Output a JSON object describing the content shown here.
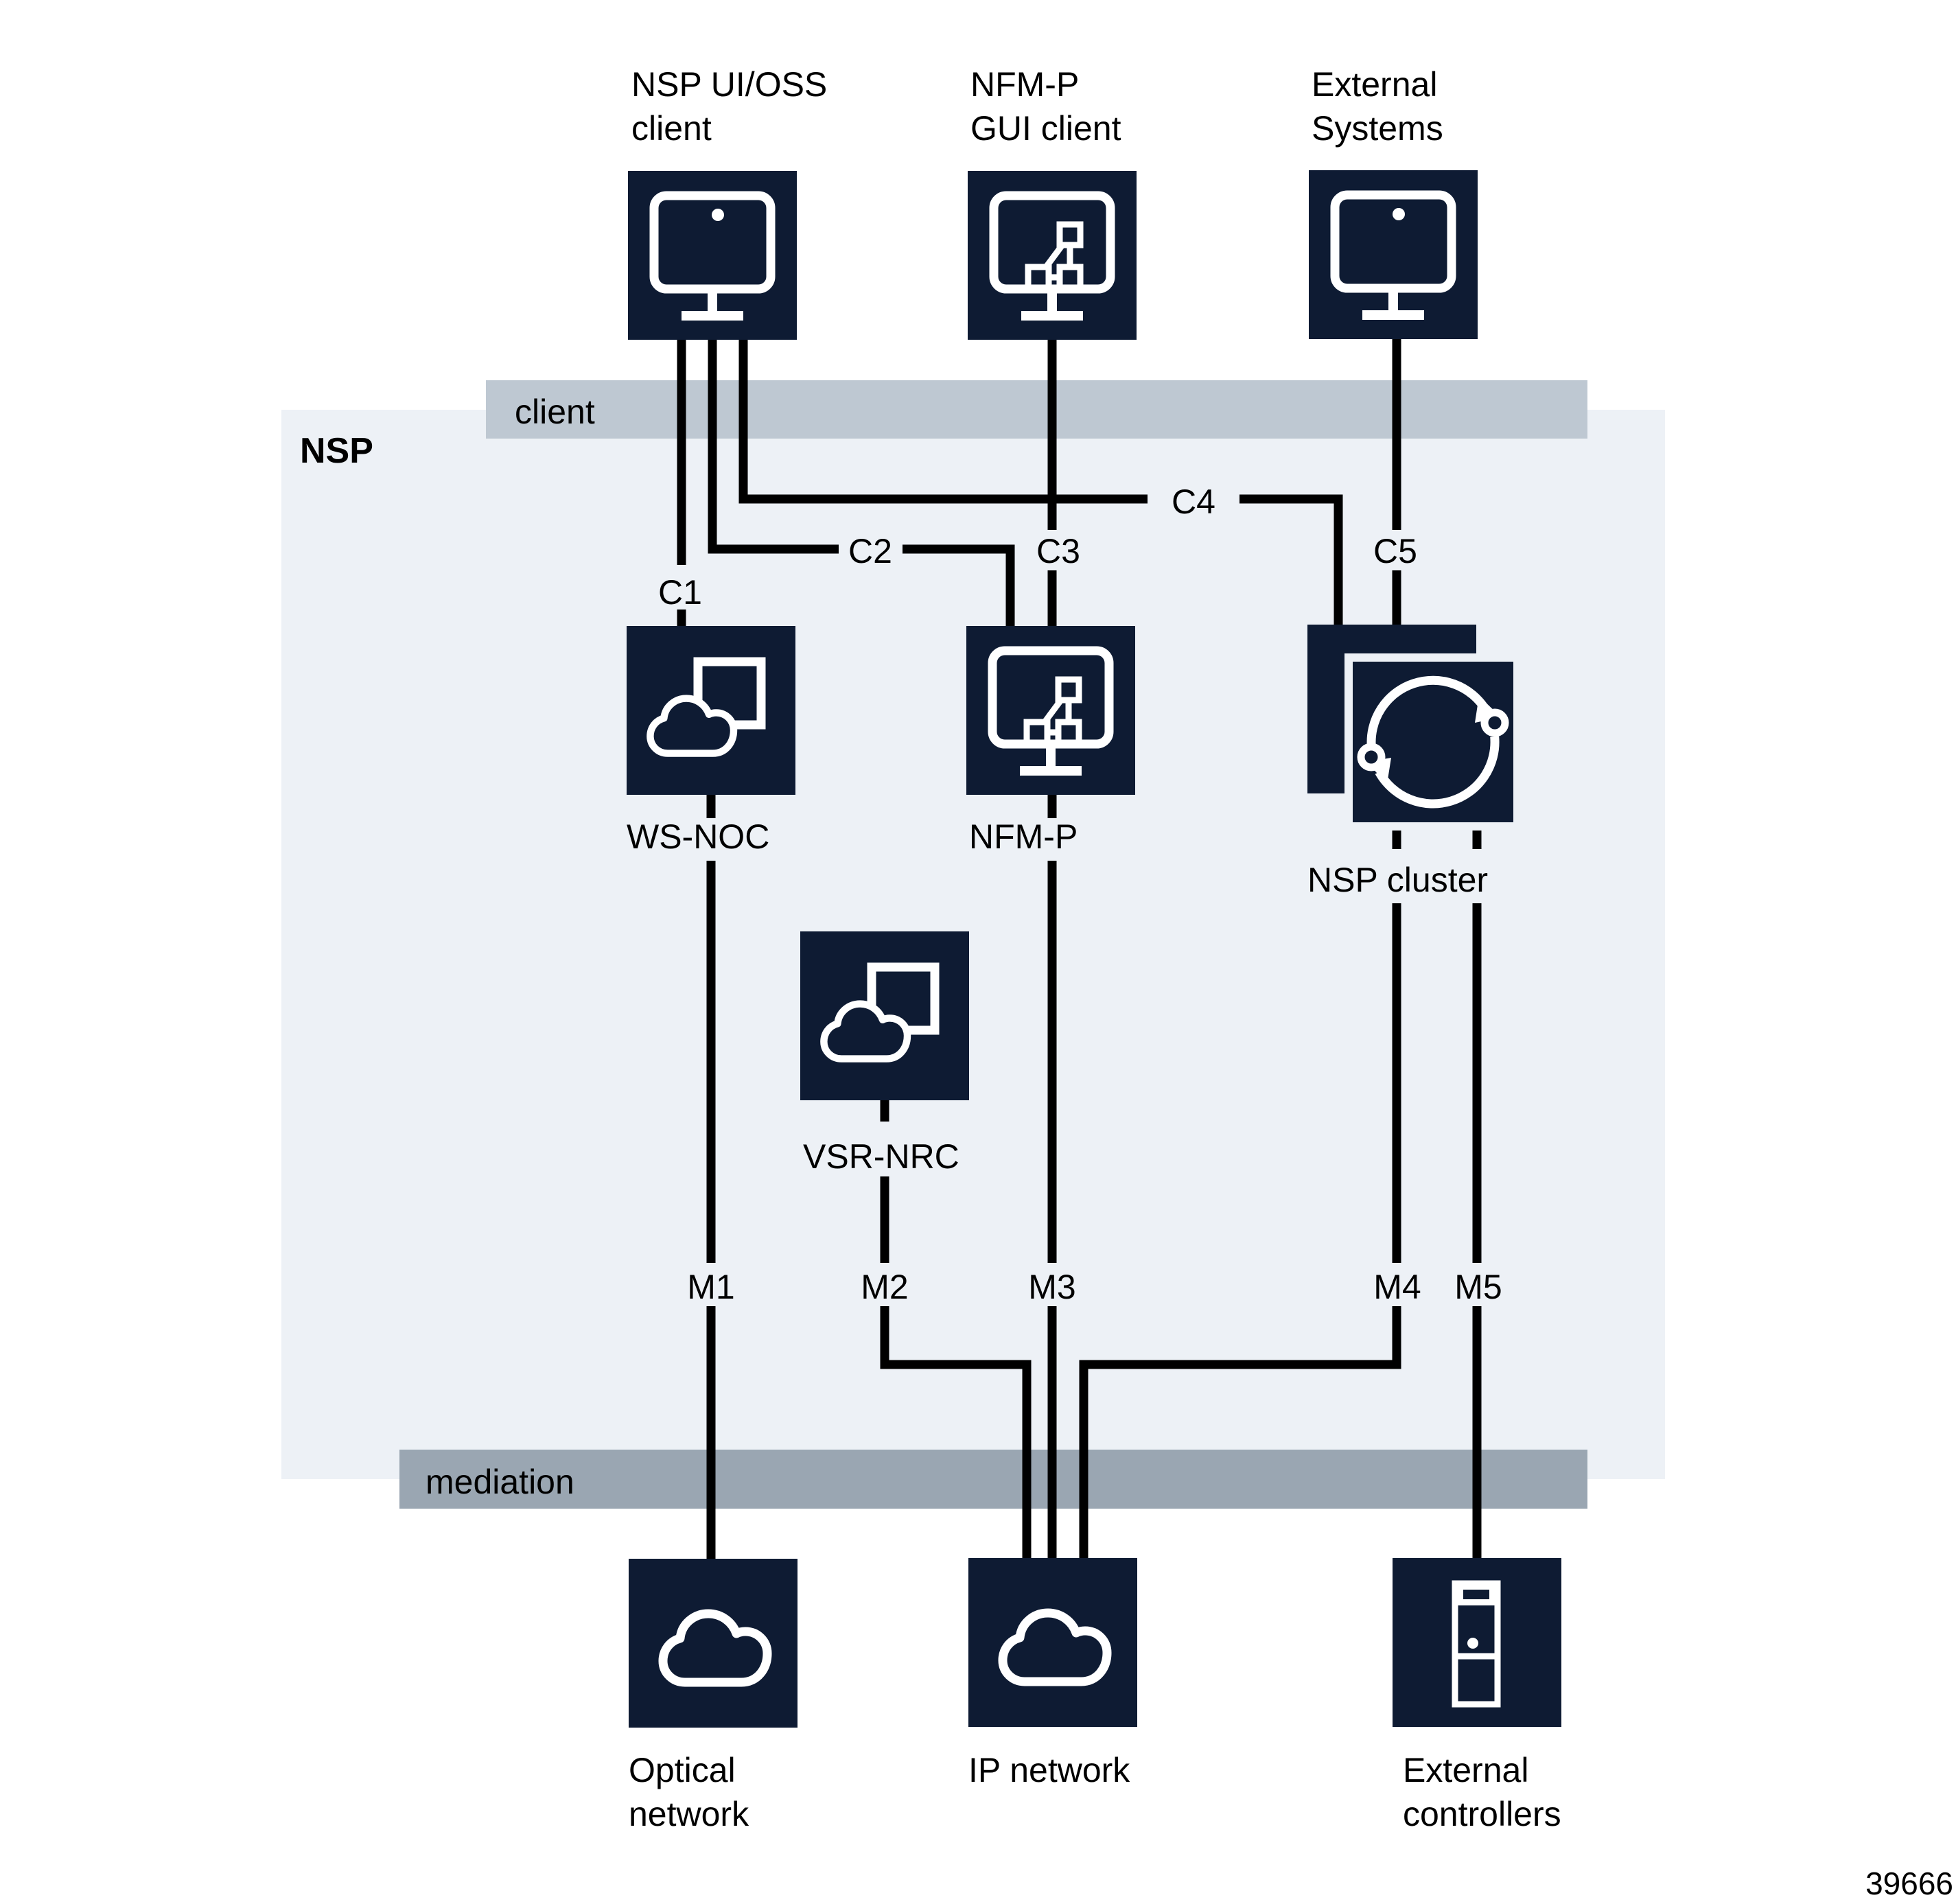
{
  "figure": {
    "number": "39666",
    "type": "network-architecture-diagram"
  },
  "colors": {
    "node_fill": "#0E1B33",
    "nsp_region_fill": "#EDF1F6",
    "client_band_fill": "#BEC8D2",
    "mediation_band_fill": "#9AA6B2",
    "line": "#000000",
    "icon_stroke": "#FFFFFF",
    "text": "#000000"
  },
  "regions": {
    "nsp": {
      "label": "NSP"
    },
    "client_band": {
      "label": "client"
    },
    "mediation_band": {
      "label": "mediation"
    }
  },
  "nodes": {
    "nsp_ui_oss_client": {
      "line1": "NSP UI/OSS",
      "line2": "client",
      "icon": "monitor-icon"
    },
    "nfmp_gui_client": {
      "line1": "NFM-P",
      "line2": "GUI client",
      "icon": "monitor-topology-icon"
    },
    "external_systems": {
      "line1": "External",
      "line2": "Systems",
      "icon": "monitor-icon"
    },
    "ws_noc": {
      "label": "WS-NOC",
      "icon": "cloud-rect-icon"
    },
    "nfmp": {
      "label": "NFM-P",
      "icon": "monitor-topology-icon"
    },
    "nsp_cluster": {
      "label": "NSP cluster",
      "icon": "sync-arrows-icon"
    },
    "vsr_nrc": {
      "label": "VSR-NRC",
      "icon": "cloud-rect-icon"
    },
    "optical_network": {
      "line1": "Optical",
      "line2": "network",
      "icon": "cloud-icon"
    },
    "ip_network": {
      "line1": "IP network",
      "line2": "",
      "icon": "cloud-icon"
    },
    "external_controllers": {
      "line1": "External",
      "line2": "controllers",
      "icon": "server-tower-icon"
    }
  },
  "links": {
    "c1": "C1",
    "c2": "C2",
    "c3": "C3",
    "c4": "C4",
    "c5": "C5",
    "m1": "M1",
    "m2": "M2",
    "m3": "M3",
    "m4": "M4",
    "m5": "M5"
  }
}
